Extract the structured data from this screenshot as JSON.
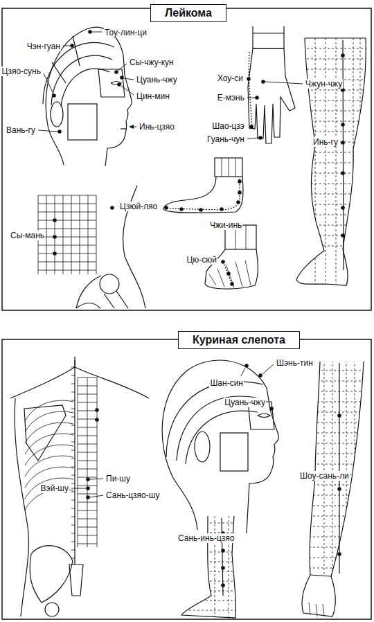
{
  "diagram": {
    "nodes": [
      {
        "text": [
          "Лейкома"
        ]
      },
      {
        "text": [
          "Куриная слепота"
        ]
      }
    ],
    "labels": [
      "Тоу-лин-ци",
      "Чэн-гуан",
      "Сы-чжу-кун",
      "Цзяо-сунь",
      "Цуань-чжу",
      "Цин-мин",
      "Вань-гу",
      "Инь-цзяо",
      "Хоу-си",
      "Чжун-чжу",
      "Е-мэнь",
      "Шао-цзэ",
      "Гуань-чун",
      "Инь-гу",
      "Сы-мань",
      "Цзюй-ляо",
      "Чжи-инь",
      "Цю-сюй",
      "Шан-син",
      "Шэнь-тин",
      "Цуань-чжу",
      "Вэй-шу",
      "Пи-шу",
      "Сань-цзяо-шу",
      "Шоу-сань-ли",
      "Сань-инь-цзяо"
    ]
  }
}
